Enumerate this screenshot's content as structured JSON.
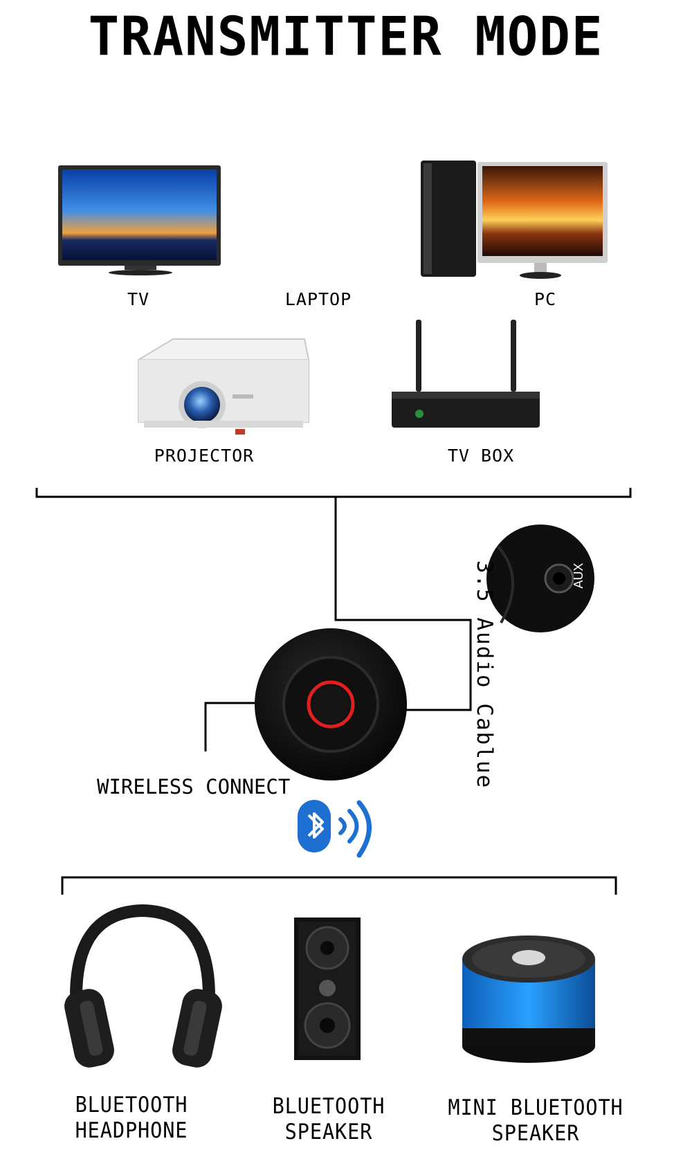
{
  "title": "TRANSMITTER MODE",
  "sources": {
    "tv": "TV",
    "laptop": "LAPTOP",
    "pc": "PC",
    "projector": "PROJECTOR",
    "tv_box": "TV BOX"
  },
  "aux_label": "AUX",
  "cable_label": "3.5 Audio Cablue",
  "wireless_label": "WIRELESS CONNECT",
  "outputs": {
    "headphone_line1": "BLUETOOTH",
    "headphone_line2": "HEADPHONE",
    "speaker_line1": "BLUETOOTH",
    "speaker_line2": "SPEAKER",
    "mini_line1": "MINI BLUETOOTH",
    "mini_line2": "SPEAKER"
  },
  "colors": {
    "bluetooth_blue": "#1d6fd1",
    "device_black": "#111111",
    "ring_red": "#d01818"
  },
  "icons": [
    "tv-icon",
    "pc-icon",
    "projector-icon",
    "tv-box-router-icon",
    "aux-port-icon",
    "transmitter-device-icon",
    "bluetooth-icon",
    "headphone-icon",
    "speaker-icon",
    "mini-speaker-icon"
  ]
}
